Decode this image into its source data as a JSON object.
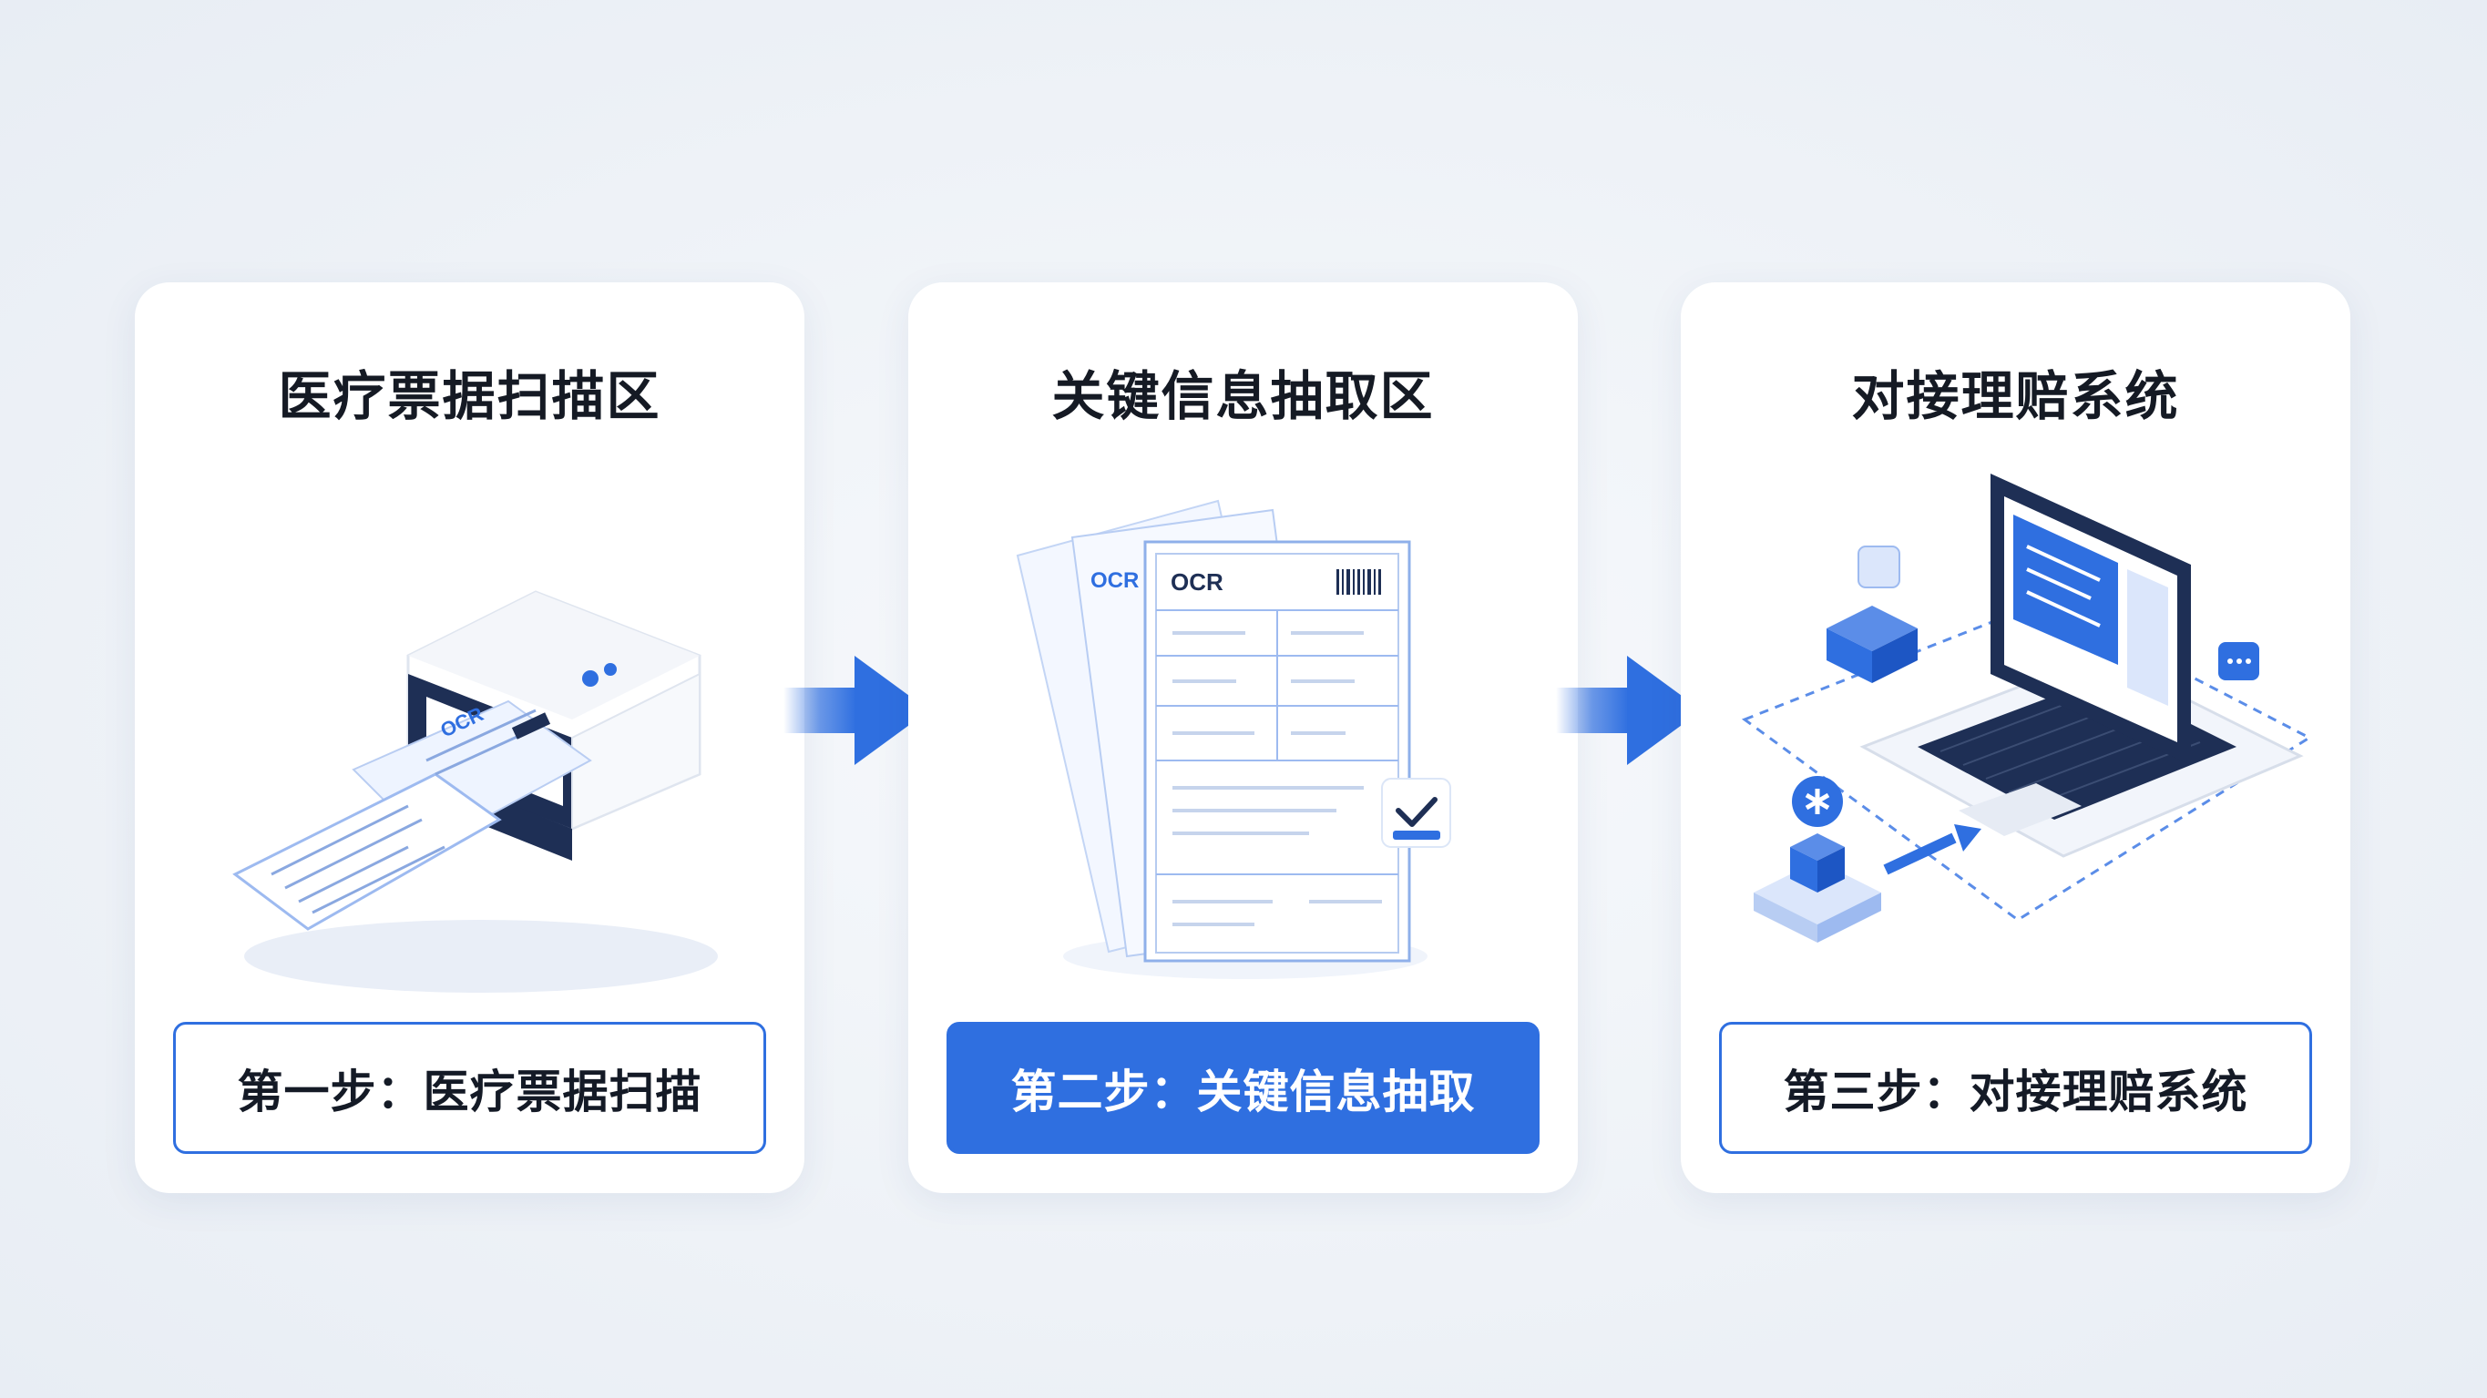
{
  "steps": [
    {
      "title": "医疗票据扫描区",
      "label": "第一步：医疗票据扫描",
      "active": false
    },
    {
      "title": "关键信息抽取区",
      "label": "第二步：关键信息抽取",
      "active": true
    },
    {
      "title": "对接理赔系统",
      "label": "第三步：对接理赔系统",
      "active": false
    }
  ],
  "illustrations": {
    "ocr_text": "OCR"
  },
  "colors": {
    "accent": "#2f6fe0",
    "dark_navy": "#1e2f55",
    "card_bg": "#ffffff",
    "page_bg": "#eef2f7"
  }
}
